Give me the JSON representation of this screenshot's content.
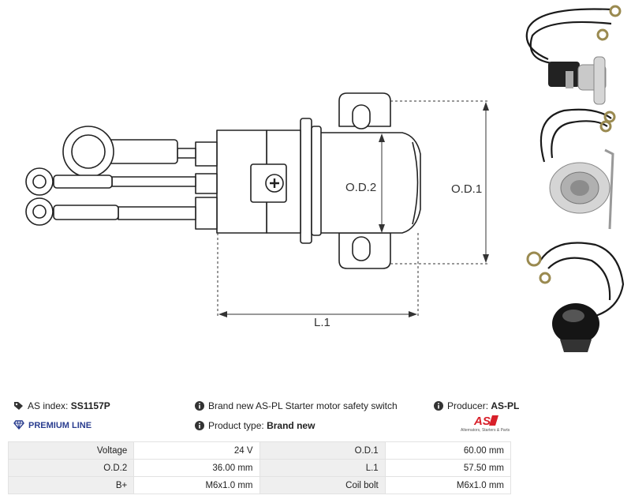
{
  "drawing": {
    "dim_od1": "O.D.1",
    "dim_od2": "O.D.2",
    "dim_l1": "L.1"
  },
  "info": {
    "index_label": "AS index:",
    "index_value": "SS1157P",
    "premium_line": "PREMIUM LINE",
    "description": "Brand new AS-PL Starter motor safety switch",
    "product_type_label": "Product type:",
    "product_type_value": "Brand new",
    "producer_label": "Producer:",
    "producer_value": "AS-PL"
  },
  "logo": {
    "mark": "AS",
    "tagline": "Alternators, Starters & Parts"
  },
  "specs": [
    {
      "label": "Voltage",
      "value": "24 V",
      "label2": "O.D.1",
      "value2": "60.00 mm"
    },
    {
      "label": "O.D.2",
      "value": "36.00 mm",
      "label2": "L.1",
      "value2": "57.50 mm"
    },
    {
      "label": "B+",
      "value": "M6x1.0 mm",
      "label2": "Coil bolt",
      "value2": "M6x1.0 mm"
    }
  ],
  "colors": {
    "accent_red": "#d8202a",
    "premium_blue": "#2a3d8f",
    "table_label_bg": "#efefef"
  }
}
